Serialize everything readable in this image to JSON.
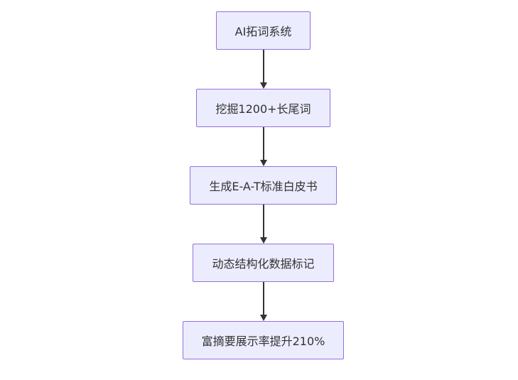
{
  "diagram": {
    "type": "flowchart-vertical",
    "background": "#ffffff",
    "node_fill": "#ECECFF",
    "node_border": "#9370DB",
    "node_text_color": "#333333",
    "arrow_color": "#333333",
    "nodes": [
      {
        "label": "AI拓词系统"
      },
      {
        "label": "挖掘1200+长尾词"
      },
      {
        "label": "生成E-A-T标准白皮书"
      },
      {
        "label": "动态结构化数据标记"
      },
      {
        "label": "富摘要展示率提升210%"
      }
    ],
    "edges": [
      {
        "from": 0,
        "to": 1
      },
      {
        "from": 1,
        "to": 2
      },
      {
        "from": 2,
        "to": 3
      },
      {
        "from": 3,
        "to": 4
      }
    ]
  }
}
